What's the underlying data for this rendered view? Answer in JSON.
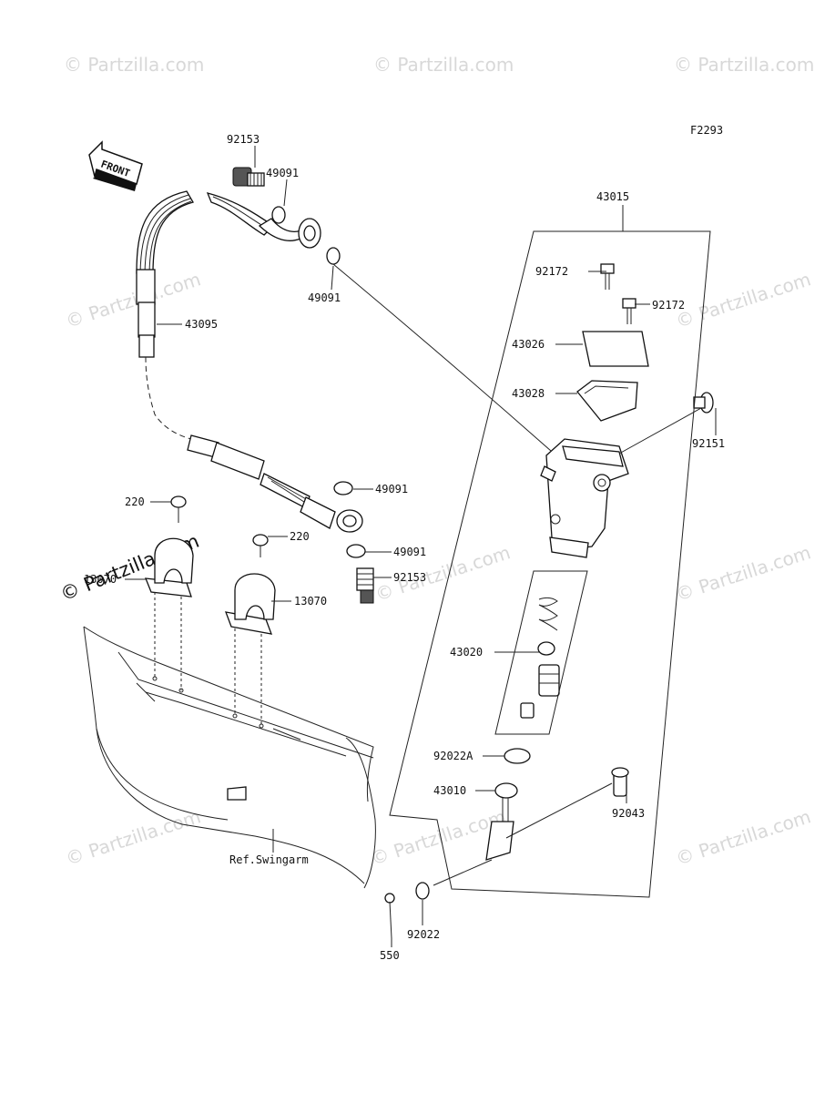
{
  "figure_code": "F2293",
  "direction_label": "FRONT",
  "watermark_text": "© Partzilla.com",
  "reference_label": "Ref.Swingarm",
  "part_labels": {
    "hose_bolt_top": "92153",
    "gasket_top_a": "49091",
    "gasket_top_b": "49091",
    "brake_hose": "43095",
    "master_cylinder_assy": "43015",
    "cap_screw_a": "92172",
    "cap_screw_b": "92172",
    "reservoir_cap": "43026",
    "diaphragm": "43028",
    "mount_bolt": "92151",
    "gasket_bottom_a": "49091",
    "gasket_bottom_b": "49091",
    "hose_bolt_bottom": "92153",
    "screw_a": "220",
    "screw_b": "220",
    "clamp_a": "13070",
    "clamp_b": "13070",
    "piston_kit": "43020",
    "circlip": "92022A",
    "push_rod": "43010",
    "pin": "92043",
    "washer": "92022",
    "cotter_pin": "550"
  }
}
